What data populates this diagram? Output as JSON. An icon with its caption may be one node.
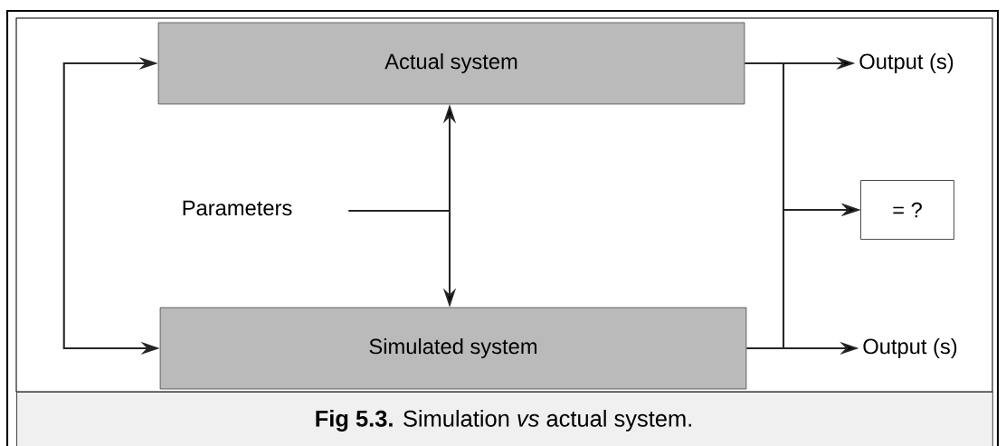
{
  "diagram": {
    "caption": "**Fig 5.3.** Simulation *vs* actual system.",
    "nodes": [
      {
        "text": [
          "Actual system"
        ]
      },
      {
        "text": [
          "Simulated system"
        ]
      },
      {
        "text": [
          "Parameters"
        ]
      },
      {
        "text": [
          "Output (s)"
        ]
      },
      {
        "text": [
          "= ?"
        ]
      },
      {
        "text": [
          "Output (s)"
        ]
      }
    ],
    "edges": [
      {
        "from": 0,
        "to": 1,
        "arrow": "both"
      },
      {
        "from": 2,
        "to": 0,
        "arrow": "to"
      },
      {
        "from": 2,
        "to": 1,
        "arrow": "to"
      },
      {
        "from": 0,
        "to": 3,
        "arrow": "to"
      },
      {
        "from": 0,
        "to": 4,
        "arrow": "to"
      },
      {
        "from": 1,
        "to": 4,
        "arrow": "to"
      },
      {
        "from": 1,
        "to": 5,
        "arrow": "to"
      }
    ]
  }
}
